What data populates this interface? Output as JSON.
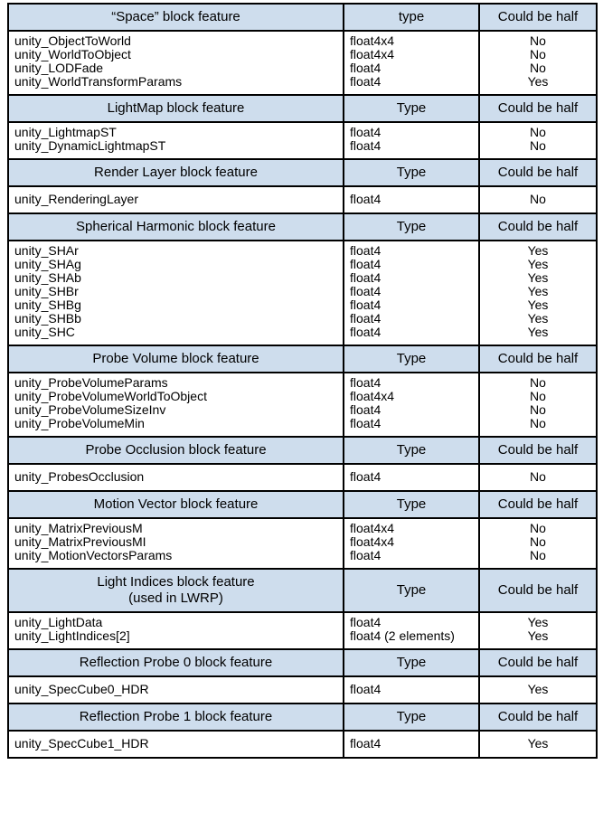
{
  "table": {
    "columns": {
      "name": "\"Space\" block feature",
      "type": "type",
      "half": "Could be half"
    },
    "sections": [
      {
        "header": {
          "name": "“Space” block feature",
          "sub": "",
          "type": "type",
          "half": "Could be half"
        },
        "rows": [
          {
            "name": "unity_ObjectToWorld",
            "type": "float4x4",
            "half": "No"
          },
          {
            "name": "unity_WorldToObject",
            "type": "float4x4",
            "half": "No"
          },
          {
            "name": "unity_LODFade",
            "type": "float4",
            "half": "No"
          },
          {
            "name": "unity_WorldTransformParams",
            "type": "float4",
            "half": "Yes"
          }
        ]
      },
      {
        "header": {
          "name": "LightMap block feature",
          "sub": "",
          "type": "Type",
          "half": "Could be half"
        },
        "rows": [
          {
            "name": "unity_LightmapST",
            "type": "float4",
            "half": "No"
          },
          {
            "name": "unity_DynamicLightmapST",
            "type": "float4",
            "half": "No"
          }
        ]
      },
      {
        "header": {
          "name": "Render Layer block feature",
          "sub": "",
          "type": "Type",
          "half": "Could be half"
        },
        "rows": [
          {
            "name": "unity_RenderingLayer",
            "type": "float4",
            "half": "No"
          }
        ]
      },
      {
        "header": {
          "name": "Spherical Harmonic block feature",
          "sub": "",
          "type": "Type",
          "half": "Could be half"
        },
        "rows": [
          {
            "name": "unity_SHAr",
            "type": "float4",
            "half": "Yes"
          },
          {
            "name": "unity_SHAg",
            "type": "float4",
            "half": "Yes"
          },
          {
            "name": "unity_SHAb",
            "type": "float4",
            "half": "Yes"
          },
          {
            "name": "unity_SHBr",
            "type": "float4",
            "half": "Yes"
          },
          {
            "name": "unity_SHBg",
            "type": "float4",
            "half": "Yes"
          },
          {
            "name": "unity_SHBb",
            "type": "float4",
            "half": "Yes"
          },
          {
            "name": "unity_SHC",
            "type": "float4",
            "half": "Yes"
          }
        ]
      },
      {
        "header": {
          "name": "Probe Volume block feature",
          "sub": "",
          "type": "Type",
          "half": "Could be half"
        },
        "rows": [
          {
            "name": "unity_ProbeVolumeParams",
            "type": "float4",
            "half": "No"
          },
          {
            "name": "unity_ProbeVolumeWorldToObject",
            "type": "float4x4",
            "half": "No"
          },
          {
            "name": "unity_ProbeVolumeSizeInv",
            "type": "float4",
            "half": "No"
          },
          {
            "name": "unity_ProbeVolumeMin",
            "type": "float4",
            "half": "No"
          }
        ]
      },
      {
        "header": {
          "name": "Probe Occlusion block feature",
          "sub": "",
          "type": "Type",
          "half": "Could be half"
        },
        "rows": [
          {
            "name": "unity_ProbesOcclusion",
            "type": "float4",
            "half": "No"
          }
        ]
      },
      {
        "header": {
          "name": "Motion Vector block feature",
          "sub": "",
          "type": "Type",
          "half": "Could be half"
        },
        "rows": [
          {
            "name": "unity_MatrixPreviousM",
            "type": "float4x4",
            "half": "No"
          },
          {
            "name": "unity_MatrixPreviousMI",
            "type": "float4x4",
            "half": "No"
          },
          {
            "name": "unity_MotionVectorsParams",
            "type": "float4",
            "half": "No"
          }
        ]
      },
      {
        "header": {
          "name": "Light Indices block feature",
          "sub": "(used in LWRP)",
          "type": "Type",
          "half": "Could be half"
        },
        "rows": [
          {
            "name": "unity_LightData",
            "type": "float4",
            "half": "Yes"
          },
          {
            "name": "unity_LightIndices[2]",
            "type": "float4 (2 elements)",
            "half": "Yes"
          }
        ]
      },
      {
        "header": {
          "name": "Reflection Probe 0 block feature",
          "sub": "",
          "type": "Type",
          "half": "Could be half"
        },
        "rows": [
          {
            "name": "unity_SpecCube0_HDR",
            "type": "float4",
            "half": "Yes"
          }
        ]
      },
      {
        "header": {
          "name": "Reflection Probe 1 block feature",
          "sub": "",
          "type": "Type",
          "half": "Could be half"
        },
        "rows": [
          {
            "name": "unity_SpecCube1_HDR",
            "type": "float4",
            "half": "Yes"
          }
        ]
      }
    ]
  },
  "colors": {
    "header_background": "#cedded",
    "row_background": "#ffffff",
    "border": "#000000",
    "text": "#000000"
  }
}
